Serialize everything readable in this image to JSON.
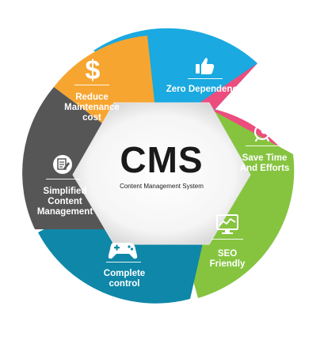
{
  "center": {
    "title": "CMS",
    "subtitle": "Content Management System"
  },
  "segments": [
    {
      "id": "zero",
      "color": "#1AA9E0",
      "icon": "thumbs-up-icon",
      "lines": [
        "Zero Dependency"
      ]
    },
    {
      "id": "save",
      "color": "#EC4D7E",
      "icon": "alarm-clock-icon",
      "lines": [
        "Save Time",
        "And Efforts"
      ]
    },
    {
      "id": "seo",
      "color": "#86C440",
      "icon": "monitor-chart-icon",
      "lines": [
        "SEO",
        "Friendly"
      ]
    },
    {
      "id": "control",
      "color": "#0F87A8",
      "icon": "gamepad-icon",
      "lines": [
        "Complete",
        "control"
      ]
    },
    {
      "id": "simplified",
      "color": "#565656",
      "icon": "document-edit-icon",
      "lines": [
        "Simplified",
        "Content",
        "Management"
      ]
    },
    {
      "id": "reduce",
      "color": "#F6A531",
      "icon": "dollar-icon",
      "lines": [
        "Reduce",
        "Maintenance",
        "cost"
      ]
    }
  ]
}
